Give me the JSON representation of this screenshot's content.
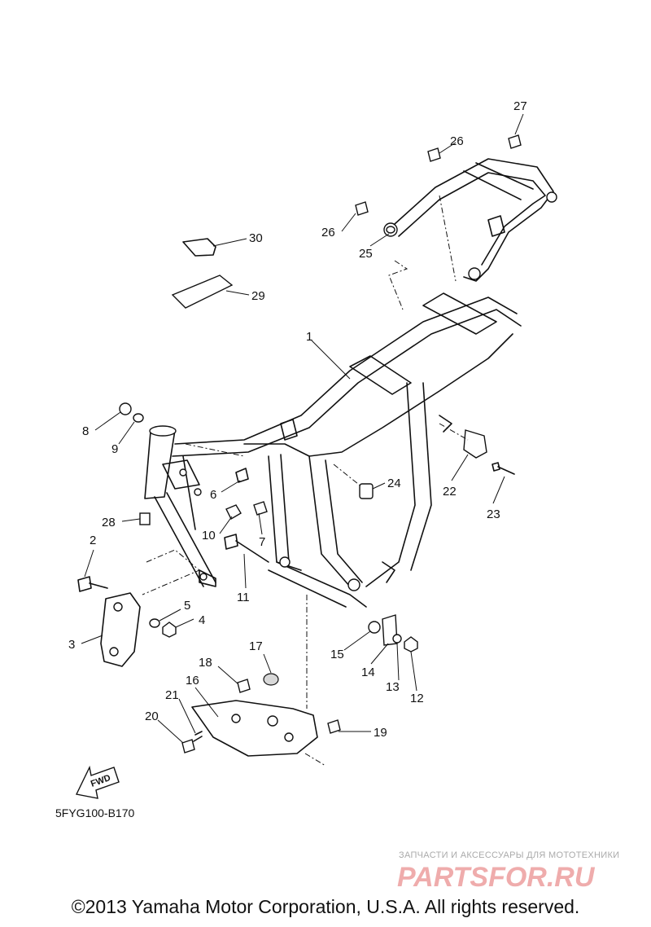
{
  "diagram": {
    "callouts": [
      "1",
      "2",
      "3",
      "4",
      "5",
      "6",
      "7",
      "8",
      "9",
      "10",
      "11",
      "12",
      "13",
      "14",
      "15",
      "16",
      "17",
      "18",
      "19",
      "20",
      "21",
      "22",
      "23",
      "24",
      "25",
      "26",
      "26",
      "27",
      "28",
      "29",
      "30"
    ],
    "fwd_label": "FWD",
    "code": "5FYG100-B170"
  },
  "watermark": {
    "tagline": "ЗАПЧАСТИ И АКСЕССУАРЫ ДЛЯ МОТОТЕХНИКИ",
    "logo_text": "PARTSFOR.RU",
    "color": "#e36a6a"
  },
  "footer": {
    "copyright": "©2013 Yamaha Motor Corporation, U.S.A. All rights reserved."
  }
}
